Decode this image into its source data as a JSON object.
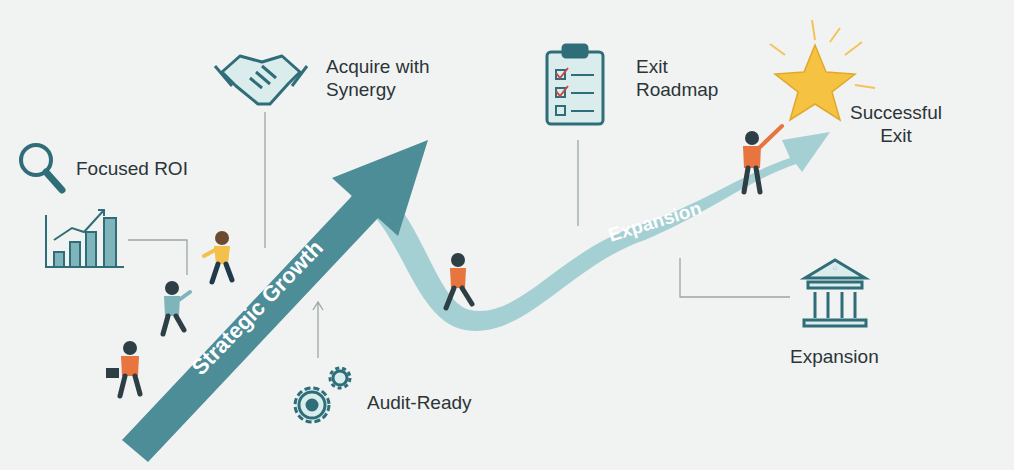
{
  "diagram": {
    "nodes": [
      {
        "text": [
          "Strategic Growth"
        ]
      },
      {
        "text": [
          "Expansion"
        ]
      }
    ],
    "labels": [
      "Focused ROI",
      "Acquire with Synergy",
      "Audit-Ready",
      "Exit Roadmap",
      "Successful Exit",
      "Expansion"
    ]
  }
}
